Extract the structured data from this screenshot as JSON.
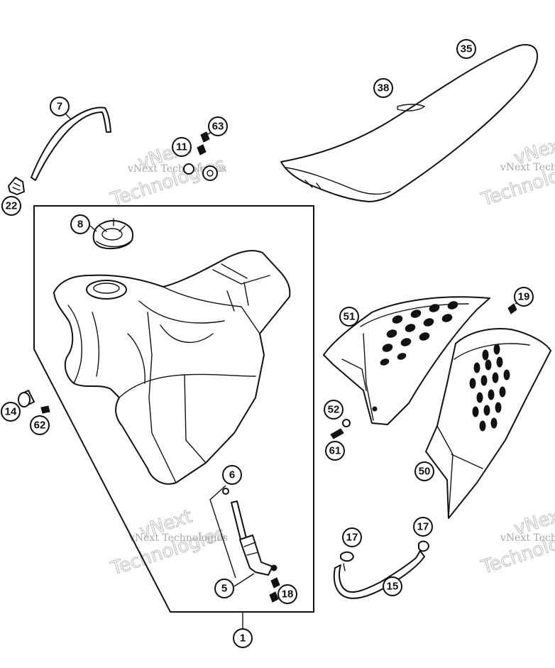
{
  "watermark": {
    "line_small": "vNext Technologies",
    "line_big_1": "vNext",
    "line_big_2": "Technologies"
  },
  "callouts": {
    "c1": "1",
    "c5": "5",
    "c6": "6",
    "c7": "7",
    "c8": "8",
    "c11": "11",
    "c14": "14",
    "c15": "15",
    "c17a": "17",
    "c17b": "17",
    "c18": "18",
    "c19": "19",
    "c22": "22",
    "c35": "35",
    "c38": "38",
    "c50": "50",
    "c51": "51",
    "c52": "52",
    "c61": "61",
    "c62": "62",
    "c63": "63"
  }
}
